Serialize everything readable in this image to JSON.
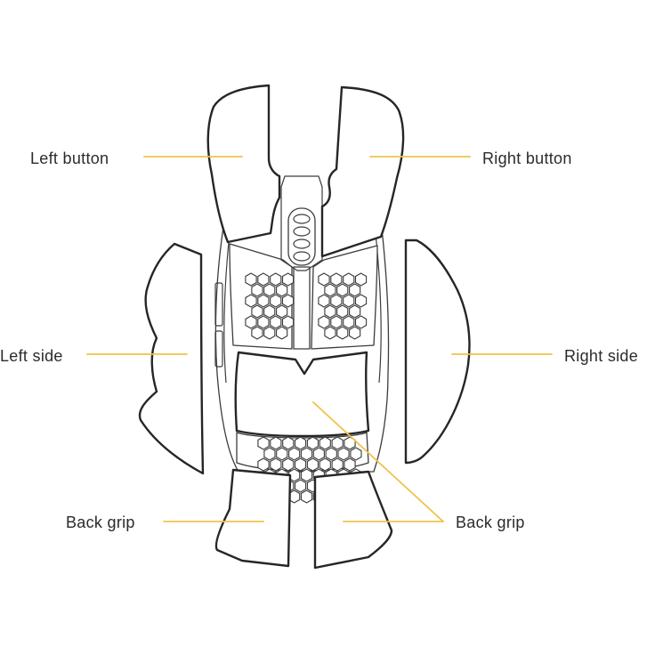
{
  "labels": {
    "left_button": "Left button",
    "right_button": "Right button",
    "left_side": "Left side",
    "right_side": "Right side",
    "back_grip_left": "Back grip",
    "back_grip_right": "Back grip"
  },
  "colors": {
    "leader": "#f0c24a",
    "outline": "#262626",
    "text": "#2b2b2b",
    "background": "#ffffff"
  }
}
